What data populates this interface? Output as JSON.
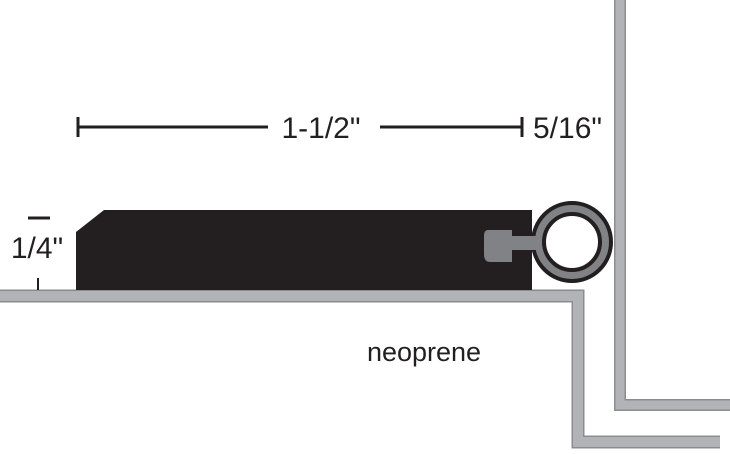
{
  "labels": {
    "width_main": "1-1/2\"",
    "width_seal": "5/16\"",
    "height": "1/4\"",
    "material": "neoprene"
  },
  "colors": {
    "profile": "#a7a9ac",
    "profile_edge": "#8a8c8f",
    "strip": "#231f20",
    "seal": "#808285"
  }
}
